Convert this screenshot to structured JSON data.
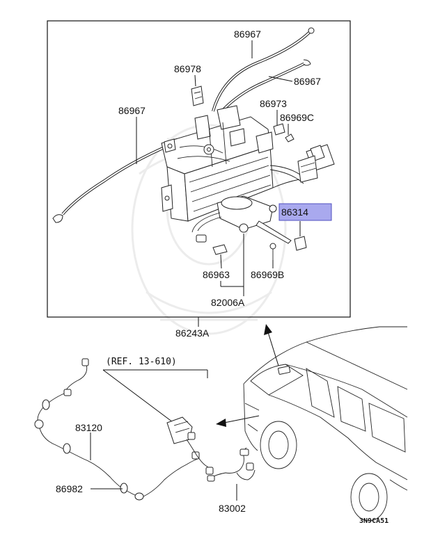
{
  "labels": {
    "cable_top_1": "86967",
    "cable_top_2": "86967",
    "cable_left": "86967",
    "clip": "86978",
    "bracket": "86973",
    "screw_c": "86969C",
    "highlight_part": "86314",
    "nut": "86963",
    "screw_b": "86969B",
    "actuator": "82006A",
    "control_assy": "86243A",
    "reference": "(REF. 13-610)",
    "harness_main": "83120",
    "grommet": "86982",
    "harness_sub": "83002",
    "diagram_code": "3N9CA51"
  },
  "colors": {
    "highlight_fill": "#a9a9ee",
    "highlight_stroke": "#5050c0",
    "line": "#111111"
  }
}
